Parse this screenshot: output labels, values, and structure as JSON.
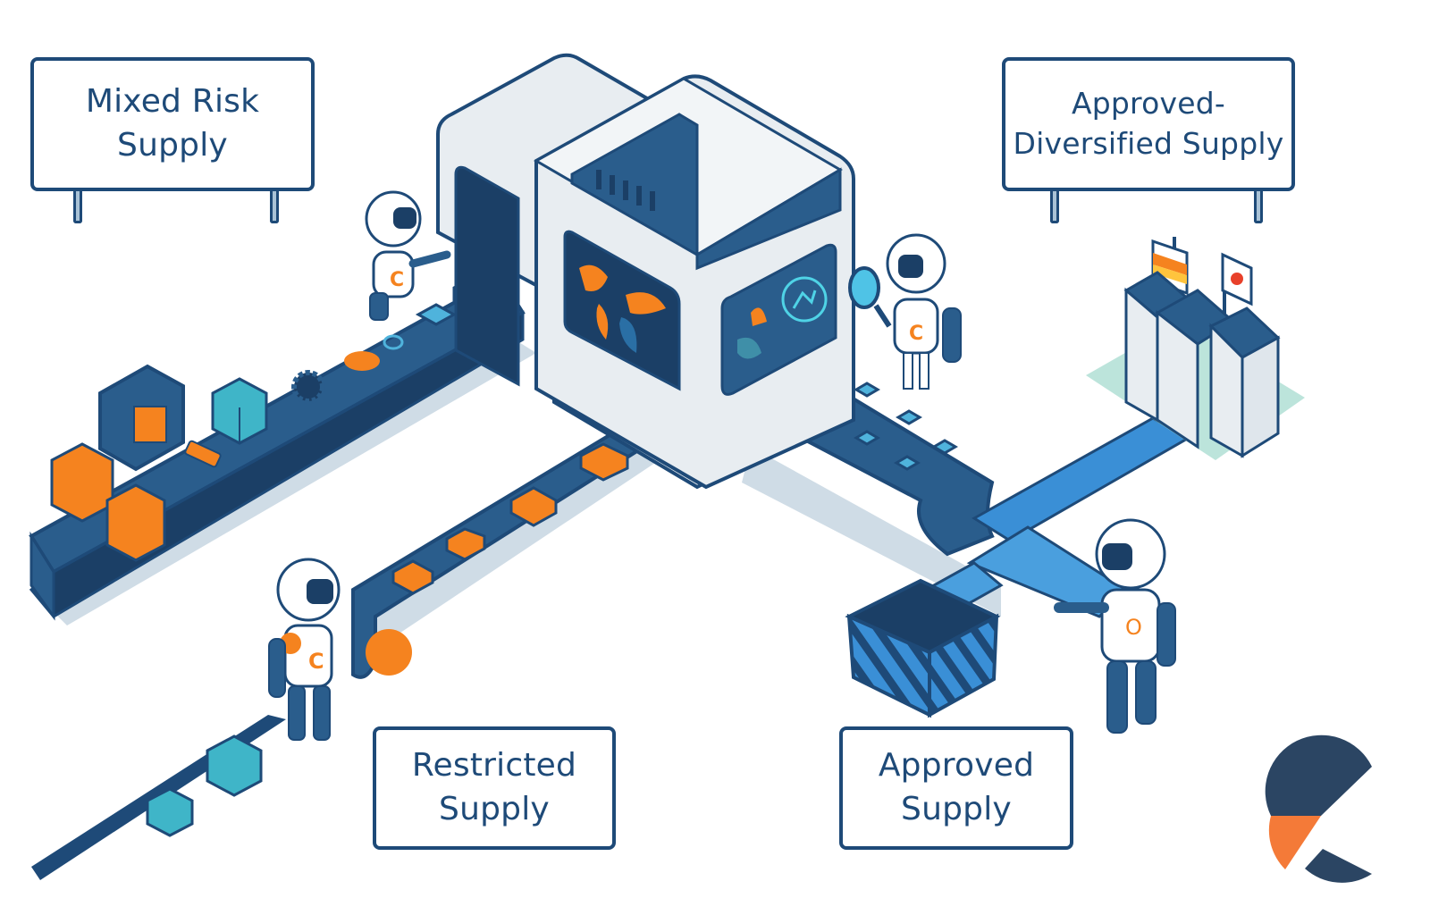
{
  "signs": {
    "mixed_risk": {
      "line1": "Mixed Risk",
      "line2": "Supply"
    },
    "approved_diversified": {
      "line1": "Approved-",
      "line2": "Diversified Supply"
    },
    "restricted": {
      "line1": "Restricted",
      "line2": "Supply"
    },
    "approved": {
      "line1": "Approved",
      "line2": "Supply"
    }
  },
  "robots": [
    {
      "role": "loader",
      "chest_letter": "C"
    },
    {
      "role": "inspector",
      "chest_letter": "C"
    },
    {
      "role": "rejector",
      "chest_letter": "C"
    },
    {
      "role": "approver",
      "chest_letter": "O"
    }
  ],
  "flags": [
    "germany-flag",
    "japan-flag"
  ],
  "colors": {
    "navy": "#1e4a78",
    "belt": "#2a5d8c",
    "belt_dark": "#1b3f66",
    "orange": "#f5831f",
    "cyan": "#4fb3dc",
    "teal": "#3fb5c8",
    "machine_light": "#e8edf1",
    "shadow": "#cfdce6",
    "logo_navy": "#2b4563",
    "logo_orange": "#f47a38",
    "mint": "#9fd8cc",
    "lane_blue": "#3a8fd6"
  }
}
